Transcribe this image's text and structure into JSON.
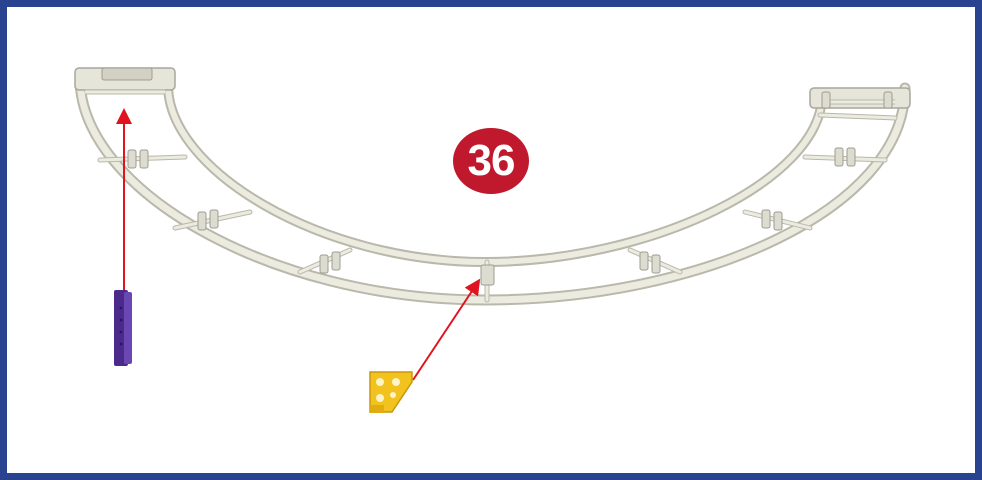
{
  "step": {
    "number": "36",
    "badge_color": "#c0182c"
  },
  "colors": {
    "border": "#2a4391",
    "background": "#ffffff",
    "rail": "#e9e8dc",
    "rail_shade": "#b9b8aa",
    "arrow": "#e0141e",
    "connector_purple": "#4b2a8c",
    "connector_yellow": "#f2c21e"
  },
  "parts": [
    {
      "name": "purple-rod-connector",
      "icon": "purple-connector-icon"
    },
    {
      "name": "yellow-corner-connector",
      "icon": "yellow-connector-icon"
    }
  ]
}
